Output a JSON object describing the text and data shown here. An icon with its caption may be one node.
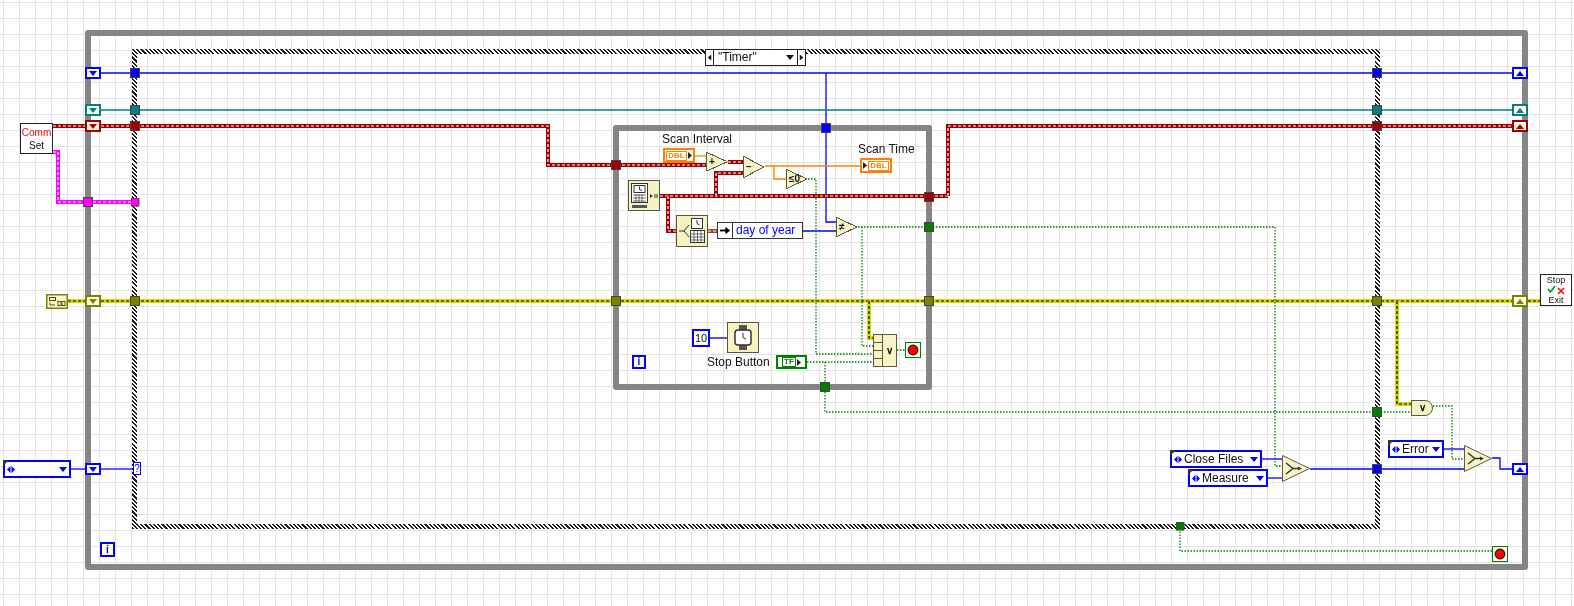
{
  "diagram": {
    "nodes": [
      {
        "text": [],
        "shape": "box"
      },
      {
        "text": [
          "\"Timer\""
        ],
        "in": 0
      },
      {
        "text": [],
        "shape": "box",
        "in": 1
      },
      {
        "text": [
          "Comm",
          "Set"
        ]
      },
      {
        "text": [],
        "shape": "picture"
      },
      {
        "text": [],
        "shape": "box"
      },
      {
        "text": [],
        "shape": "box",
        "in": 0
      },
      {
        "text": [],
        "shape": "box",
        "in": 0
      },
      {
        "text": [],
        "shape": "box",
        "in": 0
      },
      {
        "text": [],
        "shape": "box",
        "in": 0
      },
      {
        "text": [],
        "shape": "box",
        "in": 0
      },
      {
        "text": [
          "?"
        ],
        "in": 1
      },
      {
        "text": [
          "DBL"
        ],
        "beside": [
          "Scan Interval"
        ],
        "in": 2
      },
      {
        "text": [
          "+"
        ],
        "in": 2
      },
      {
        "text": [
          "−"
        ],
        "in": 2
      },
      {
        "text": [
          "≤0"
        ],
        "in": 2
      },
      {
        "text": [
          "DBL"
        ],
        "beside": [
          "Scan Time"
        ],
        "in": 2
      },
      {
        "text": [],
        "shape": "picture",
        "in": 2
      },
      {
        "text": [],
        "shape": "picture",
        "in": 2
      },
      {
        "text": [
          "day of year"
        ],
        "in": 2
      },
      {
        "text": [
          "≠"
        ],
        "in": 2
      },
      {
        "text": [
          "10"
        ],
        "in": 2
      },
      {
        "text": [],
        "shape": "picture",
        "in": 2
      },
      {
        "text": [
          "TF"
        ],
        "beside": [
          "Stop Button"
        ],
        "in": 2
      },
      {
        "text": [
          "∨"
        ],
        "in": 2
      },
      {
        "text": [],
        "shape": "picture",
        "in": 2
      },
      {
        "text": [
          "i"
        ],
        "in": 2
      },
      {
        "text": [
          "Close Files"
        ],
        "in": 1
      },
      {
        "text": [
          "Measure"
        ],
        "in": 1
      },
      {
        "text": [],
        "shape": "picture",
        "in": 1
      },
      {
        "text": [
          "∨"
        ],
        "in": 0
      },
      {
        "text": [
          "Error"
        ],
        "in": 0
      },
      {
        "text": [],
        "shape": "picture",
        "in": 0
      },
      {
        "text": [],
        "shape": "picture",
        "in": 0
      },
      {
        "text": [
          "i"
        ],
        "in": 0
      },
      {
        "text": [],
        "shape": "box",
        "in": 0
      },
      {
        "text": [],
        "shape": "box",
        "in": 0
      },
      {
        "text": [],
        "shape": "box",
        "in": 0
      },
      {
        "text": [],
        "shape": "box",
        "in": 0
      },
      {
        "text": [],
        "shape": "box",
        "in": 0
      },
      {
        "text": [
          "Stop",
          "Exit"
        ]
      }
    ],
    "edges": [
      {
        "from": 6,
        "to": 35,
        "arrow": "none"
      },
      {
        "from": 6,
        "to": 20,
        "arrow": "none"
      },
      {
        "from": 7,
        "to": 36,
        "arrow": "none",
        "color": "#008080"
      },
      {
        "from": 3,
        "to": 8,
        "arrow": "none",
        "style": "thick",
        "color": "#a00000"
      },
      {
        "from": 8,
        "to": 13,
        "arrow": "none",
        "style": "thick",
        "color": "#a00000"
      },
      {
        "from": 3,
        "to": 1,
        "arrow": "other",
        "style": "thick",
        "color": "#ff00ff"
      },
      {
        "from": 4,
        "to": 9,
        "arrow": "none",
        "style": "thick",
        "color": "#d8d800"
      },
      {
        "from": 9,
        "to": 38,
        "arrow": "none",
        "style": "thick",
        "color": "#d8d800"
      },
      {
        "from": 9,
        "to": 24,
        "arrow": "none",
        "style": "thick",
        "color": "#d8d800"
      },
      {
        "from": 38,
        "to": 40,
        "arrow": "none",
        "style": "thick",
        "color": "#d8d800"
      },
      {
        "from": 9,
        "to": 30,
        "arrow": "none",
        "style": "thick",
        "color": "#d8d800"
      },
      {
        "from": 5,
        "to": 10,
        "arrow": "none"
      },
      {
        "from": 10,
        "to": 11,
        "arrow": "none"
      },
      {
        "from": 12,
        "to": 13,
        "arrow": "none",
        "color": "#ff8000"
      },
      {
        "from": 13,
        "to": 14,
        "arrow": "none",
        "style": "thick",
        "color": "#a00000"
      },
      {
        "from": 17,
        "to": 14,
        "arrow": "none",
        "style": "thick",
        "color": "#a00000"
      },
      {
        "from": 17,
        "to": 18,
        "arrow": "none",
        "style": "thick",
        "color": "#a00000"
      },
      {
        "from": 17,
        "to": 37,
        "arrow": "none",
        "style": "thick",
        "color": "#a00000"
      },
      {
        "from": 18,
        "to": 19,
        "arrow": "none",
        "style": "thick",
        "color": "#9c4a2a"
      },
      {
        "from": 19,
        "to": 20,
        "arrow": "none"
      },
      {
        "from": 14,
        "to": 16,
        "arrow": "none",
        "color": "#ff8000"
      },
      {
        "from": 14,
        "to": 15,
        "arrow": "none",
        "color": "#ff8000"
      },
      {
        "from": 15,
        "to": 24,
        "arrow": "none",
        "style": "dashed",
        "color": "#008000"
      },
      {
        "from": 20,
        "to": 24,
        "arrow": "none",
        "style": "dashed",
        "color": "#008000"
      },
      {
        "from": 20,
        "to": 29,
        "arrow": "none",
        "style": "dashed",
        "color": "#008000"
      },
      {
        "from": 23,
        "to": 24,
        "arrow": "none",
        "style": "dashed",
        "color": "#008000"
      },
      {
        "from": 23,
        "to": 30,
        "arrow": "none",
        "style": "dashed",
        "color": "#008000"
      },
      {
        "from": 24,
        "to": 25,
        "arrow": "none",
        "style": "dashed",
        "color": "#008000"
      },
      {
        "from": 21,
        "to": 22,
        "arrow": "none"
      },
      {
        "from": 27,
        "to": 29,
        "arrow": "none"
      },
      {
        "from": 28,
        "to": 29,
        "arrow": "none"
      },
      {
        "from": 29,
        "to": 32,
        "arrow": "none"
      },
      {
        "from": 30,
        "to": 32,
        "arrow": "none",
        "style": "dashed",
        "color": "#008000"
      },
      {
        "from": 31,
        "to": 32,
        "arrow": "none"
      },
      {
        "from": 32,
        "to": 39,
        "arrow": "none"
      },
      {
        "from": 33,
        "to": 1,
        "arrow": "other",
        "style": "dashed",
        "color": "#008000"
      }
    ]
  }
}
